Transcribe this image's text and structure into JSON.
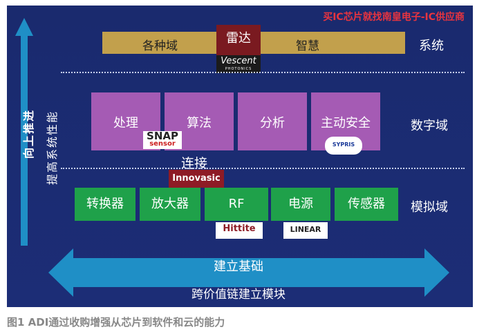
{
  "watermark": "买IC芯片就找南皇电子-IC供应商",
  "left_vertical_1": "向上推进",
  "left_vertical_2": "提高系统性能",
  "system_row": {
    "items": [
      "各种域",
      "雷达",
      "智慧"
    ],
    "label": "系统",
    "logo": {
      "main": "Vescent",
      "sub": "PHOTONICS"
    }
  },
  "digital_row": {
    "boxes": [
      "处理",
      "算法",
      "分析",
      "主动安全"
    ],
    "label": "数字域",
    "logos": {
      "snap_main": "SNAP",
      "snap_sub": "sensor",
      "sypris": "SYPRIS"
    }
  },
  "connect_label": "连接",
  "innovasic_logo": "Innovasic",
  "analog_row": {
    "boxes": [
      "转换器",
      "放大器",
      "RF",
      "电源",
      "传感器"
    ],
    "label": "模拟域",
    "logos": {
      "hittite": "Hittite",
      "linear": "LINEAR"
    }
  },
  "base": {
    "top": "建立基础",
    "bottom": "跨价值链建立模块"
  },
  "caption": "图1  ADI通过收购增强从芯片到软件和云的能力",
  "colors": {
    "panel": "#1b2c73",
    "arrow": "#1f8fc6",
    "system": "#c2a04c",
    "digital": "#a55bb4",
    "analog": "#1fa14a",
    "logo_red": "#8e1b25"
  }
}
